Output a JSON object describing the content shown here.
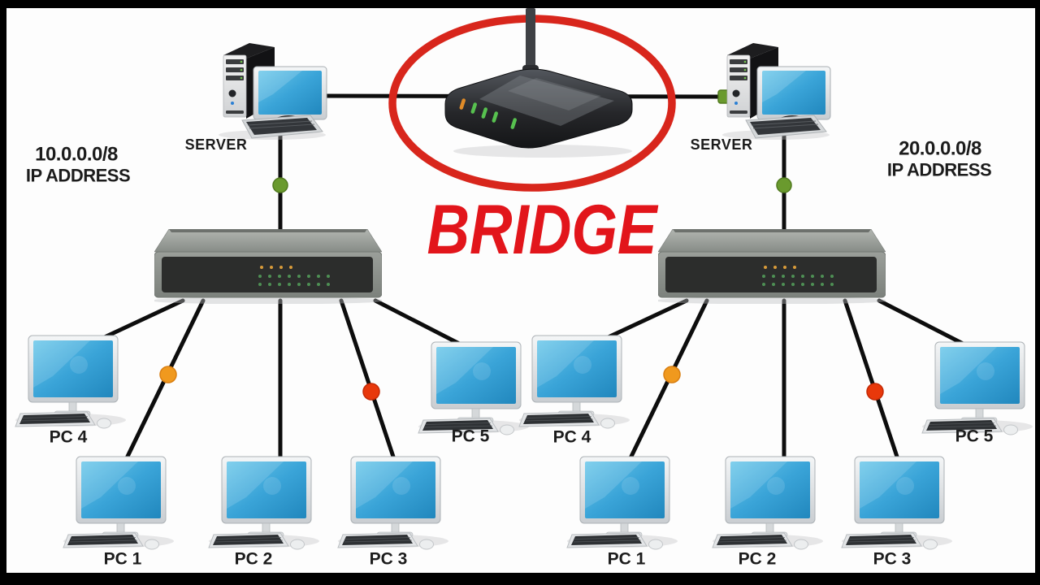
{
  "page": {
    "background": "#000000",
    "canvas_background": "#fdfdfd"
  },
  "bridge": {
    "label": "BRIDGE",
    "label_color": "#e2151b",
    "highlight_circle_color": "#d8261c",
    "device_icon": "wireless-bridge-router-icon",
    "led_colors": {
      "orange": "#e08b28",
      "green": "#57c14f"
    }
  },
  "networks": {
    "left": {
      "ip_address": "10.0.0.0/8",
      "ip_caption": "IP ADDRESS",
      "server_label": "SERVER",
      "pc_labels": {
        "pc1": "PC 1",
        "pc2": "PC 2",
        "pc3": "PC 3",
        "pc4": "PC 4",
        "pc5": "PC 5"
      }
    },
    "right": {
      "ip_address": "20.0.0.0/8",
      "ip_caption": "IP ADDRESS",
      "server_label": "SERVER",
      "pc_labels": {
        "pc1": "PC 1",
        "pc2": "PC 2",
        "pc3": "PC 3",
        "pc4": "PC 4",
        "pc5": "PC 5"
      }
    }
  },
  "markers": {
    "server_link_color": "#6a9a2e",
    "pc1_link_color": "#f0991e",
    "pc3_link_color": "#e8380b",
    "cable_color": "#0d0d0d"
  },
  "icons": {
    "bridge": "wireless-bridge-router-icon",
    "server": "server-workstation-icon",
    "switch": "network-switch-icon",
    "pc": "desktop-pc-icon"
  }
}
